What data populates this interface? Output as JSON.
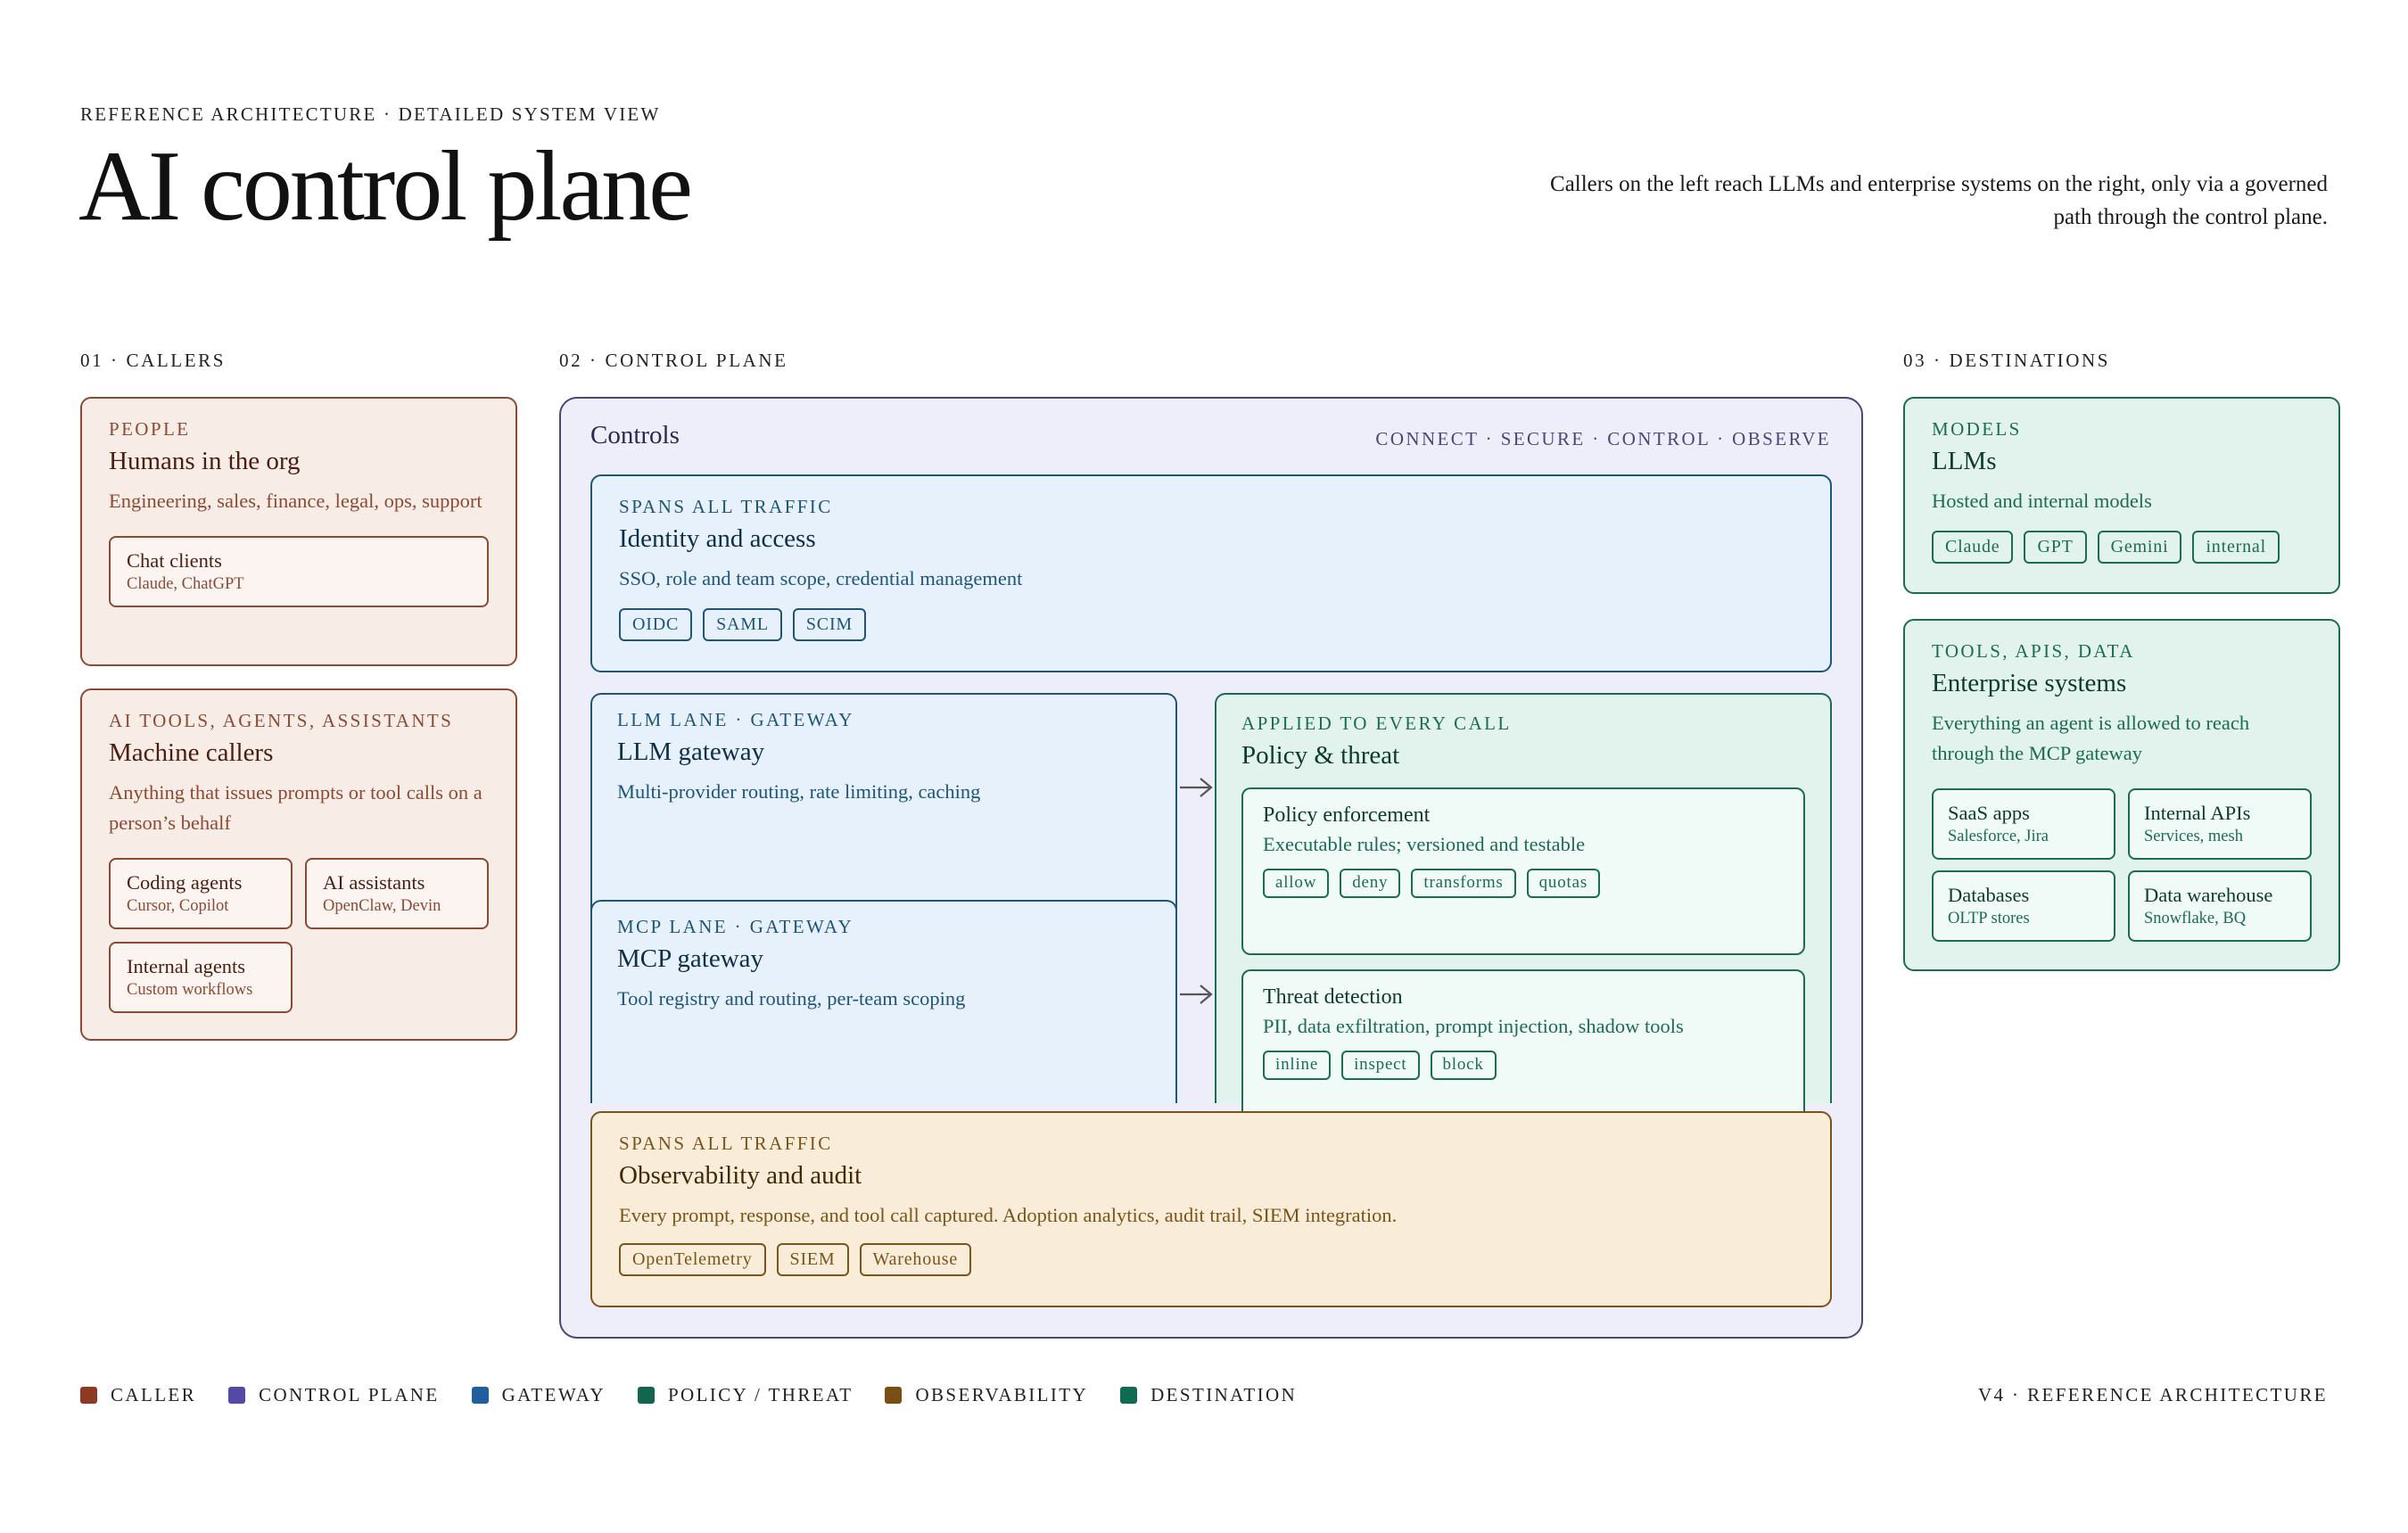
{
  "header": {
    "eyebrow": "REFERENCE ARCHITECTURE · DETAILED SYSTEM VIEW",
    "title": "AI control plane",
    "tagline": "Callers on the left reach LLMs and enterprise systems on the right, only via a governed path through the control plane."
  },
  "columns": {
    "callers": "01 · CALLERS",
    "control_plane": "02 · CONTROL PLANE",
    "destinations": "03 · DESTINATIONS"
  },
  "callers": {
    "people": {
      "eyebrow": "PEOPLE",
      "title": "Humans in the org",
      "desc": "Engineering, sales, finance, legal, ops, support",
      "items": [
        {
          "title": "Chat clients",
          "desc": "Claude, ChatGPT"
        }
      ]
    },
    "machines": {
      "eyebrow": "AI TOOLS, AGENTS, ASSISTANTS",
      "title": "Machine callers",
      "desc": "Anything that issues prompts or tool calls on a person’s behalf",
      "items": [
        {
          "title": "Coding agents",
          "desc": "Cursor, Copilot"
        },
        {
          "title": "AI assistants",
          "desc": "OpenClaw, Devin"
        },
        {
          "title": "Internal agents",
          "desc": "Custom workflows"
        }
      ]
    }
  },
  "control_plane": {
    "title": "Controls",
    "right_label": "CONNECT · SECURE · CONTROL · OBSERVE",
    "identity": {
      "eyebrow": "SPANS ALL TRAFFIC",
      "title": "Identity and access",
      "desc": "SSO, role and team scope, credential management",
      "tags": [
        "OIDC",
        "SAML",
        "SCIM"
      ]
    },
    "llm_lane": {
      "eyebrow": "LLM LANE · GATEWAY",
      "title": "LLM gateway",
      "desc": "Multi-provider routing, rate limiting, caching"
    },
    "mcp_lane": {
      "eyebrow": "MCP LANE · GATEWAY",
      "title": "MCP gateway",
      "desc": "Tool registry and routing, per-team scoping"
    },
    "policy": {
      "eyebrow": "APPLIED TO EVERY CALL",
      "title": "Policy & threat",
      "enforcement": {
        "title": "Policy enforcement",
        "desc": "Executable rules; versioned and testable",
        "tags": [
          "allow",
          "deny",
          "transforms",
          "quotas"
        ]
      },
      "threat": {
        "title": "Threat detection",
        "desc": "PII, data exfiltration, prompt injection, shadow tools",
        "tags": [
          "inline",
          "inspect",
          "block"
        ]
      }
    },
    "observability": {
      "eyebrow": "SPANS ALL TRAFFIC",
      "title": "Observability and audit",
      "desc": "Every prompt, response, and tool call captured. Adoption analytics, audit trail, SIEM integration.",
      "tags": [
        "OpenTelemetry",
        "SIEM",
        "Warehouse"
      ]
    }
  },
  "destinations": {
    "models": {
      "eyebrow": "MODELS",
      "title": "LLMs",
      "desc": "Hosted and internal models",
      "tags": [
        "Claude",
        "GPT",
        "Gemini",
        "internal"
      ]
    },
    "enterprise": {
      "eyebrow": "TOOLS, APIS, DATA",
      "title": "Enterprise systems",
      "desc": "Everything an agent is allowed to reach through the MCP gateway",
      "items": [
        {
          "title": "SaaS apps",
          "desc": "Salesforce, Jira"
        },
        {
          "title": "Internal APIs",
          "desc": "Services, mesh"
        },
        {
          "title": "Databases",
          "desc": "OLTP stores"
        },
        {
          "title": "Data warehouse",
          "desc": "Snowflake, BQ"
        }
      ]
    }
  },
  "legend": [
    {
      "label": "CALLER",
      "color": "#8c3a22"
    },
    {
      "label": "CONTROL PLANE",
      "color": "#5549a8"
    },
    {
      "label": "GATEWAY",
      "color": "#1f5fa0"
    },
    {
      "label": "POLICY / THREAT",
      "color": "#12664f"
    },
    {
      "label": "OBSERVABILITY",
      "color": "#7a4f16"
    },
    {
      "label": "DESTINATION",
      "color": "#0f6b52"
    }
  ],
  "footer": {
    "right": "V4 · REFERENCE ARCHITECTURE"
  }
}
